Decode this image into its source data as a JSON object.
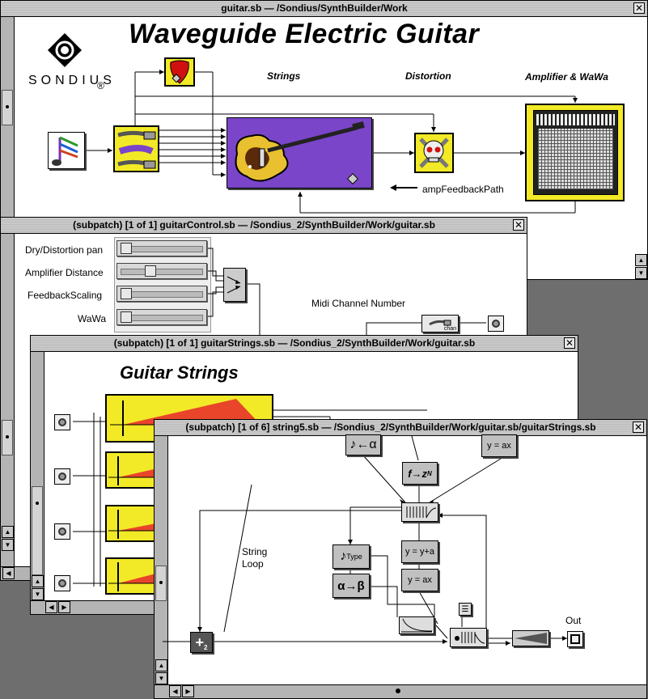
{
  "main_window": {
    "title": "guitar.sb  —  /Sondius/SynthBuilder/Work",
    "heading": "Waveguide Electric Guitar",
    "logo_text": "SONDIUS",
    "logo_mark": "®",
    "section_labels": {
      "strings": "Strings",
      "distortion": "Distortion",
      "amp": "Amplifier & WaWa"
    },
    "feedback_label": "ampFeedbackPath"
  },
  "control_window": {
    "title": "(subpatch) [1 of 1]  guitarControl.sb  —  /Sondius_2/SynthBuilder/Work/guitar.sb",
    "sliders": [
      {
        "label": "Dry/Distortion pan",
        "value": 0.0
      },
      {
        "label": "Amplifier Distance",
        "value": 0.4
      },
      {
        "label": "FeedbackScaling",
        "value": 0.0
      },
      {
        "label": "WaWa",
        "value": 0.0
      }
    ],
    "midi_label": "Midi Channel Number",
    "chan_label": "chan"
  },
  "strings_window": {
    "title": "(subpatch) [1 of 1]  guitarStrings.sb  —  /Sondius_2/SynthBuilder/Work/guitar.sb",
    "heading": "Guitar Strings"
  },
  "string5_window": {
    "title": "(subpatch) [1 of 6]  string5.sb  —  /Sondius_2/SynthBuilder/Work/guitar.sb/guitarStrings.sb",
    "nodes": {
      "note_alpha": "♪←α",
      "f_to_z": "f→z",
      "z_sup": "N",
      "y_ax_top": "y = ax",
      "type_label": "Type",
      "alpha_beta": "α→β",
      "y_y_a": "y = y+a",
      "y_ax_mid": "y = ax",
      "sum_sub": "2"
    },
    "string_loop_label": "String\nLoop",
    "out_label": "Out"
  },
  "colors": {
    "desktop": "#6e6e6e",
    "guitar_bg": "#7a45c9",
    "yellow": "#f2ea26",
    "pick_red": "#d01010",
    "env_red": "#e8452a"
  }
}
